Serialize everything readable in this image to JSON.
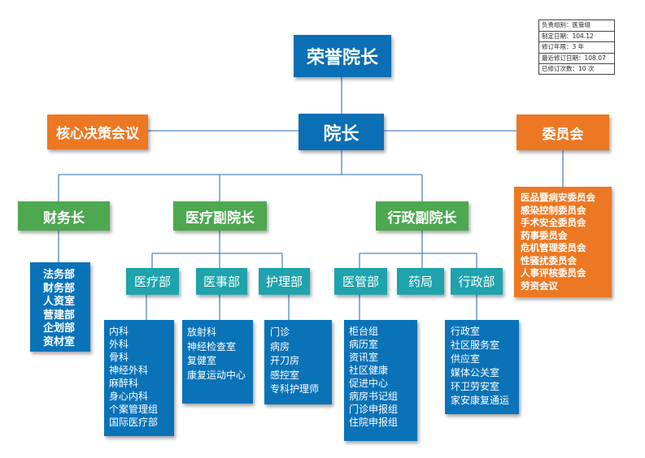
{
  "colors": {
    "top": "#0a6fb4",
    "green": "#4da84f",
    "orange": "#ed7823",
    "teal": "#1fa3ad",
    "list_blue": "#0a73b8",
    "line": "#4f86c4"
  },
  "meta": [
    "负责组别：医管组",
    "制定日期：104.12",
    "修订年限：3 年",
    "最近修订日期：108.07",
    "已修订次数：10 次"
  ],
  "honorary_president": "荣誉院长",
  "president": "院长",
  "core_council": "核心决策会议",
  "committee": "委员会",
  "committees": [
    "医品暨病安委员会",
    "感染控制委员会",
    "手术安全委员会",
    "药事委员会",
    "危机管理委员会",
    "性骚扰委员会",
    "人事评核委员会",
    "劳资会议"
  ],
  "cfo": "财务长",
  "cfo_units": [
    "法务部",
    "财务部",
    "人资室",
    "营建部",
    "企划部",
    "资材室"
  ],
  "vp_medical": "医疗副院长",
  "vp_admin": "行政副院长",
  "depts": {
    "medical": "医疗部",
    "affairs": "医事部",
    "nursing": "护理部",
    "mgmt": "医管部",
    "pharmacy": "药局",
    "admin": "行政部"
  },
  "lists": {
    "medical": [
      "内科",
      "外科",
      "骨科",
      "神经外科",
      "麻醉科",
      "身心内科",
      "个案管理组",
      "国际医疗部"
    ],
    "affairs": [
      "放射科",
      "神经检查室",
      "复健室",
      "康复运动中心"
    ],
    "nursing": [
      "门诊",
      "病房",
      "开刀房",
      "感控室",
      "专科护理师"
    ],
    "mgmt": [
      "柜台组",
      "病历室",
      "资讯室",
      "社区健康\n促进中心",
      "病房书记组",
      "门诊申报组",
      "住院申报组"
    ],
    "admin": [
      "行政室",
      "社区服务室",
      "供应室",
      "媒体公关室",
      "环卫劳安室",
      "家安康复通运"
    ]
  }
}
